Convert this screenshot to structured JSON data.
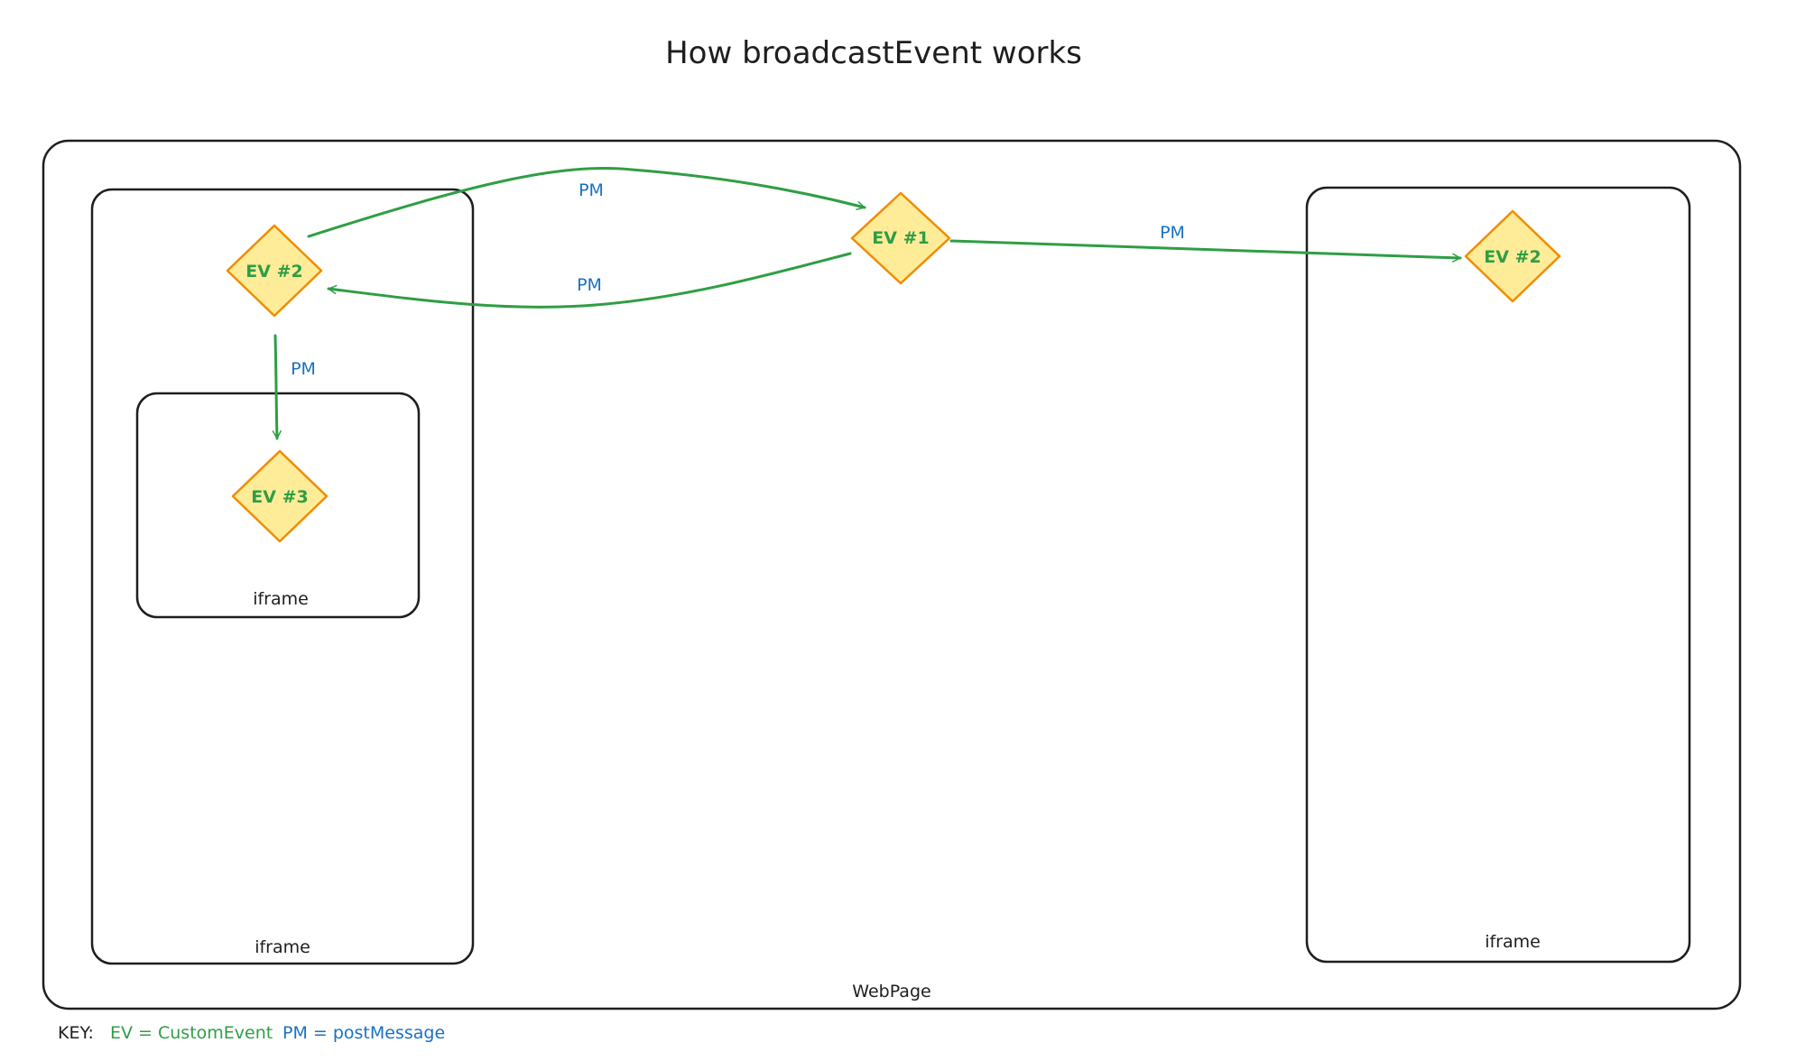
{
  "title": "How broadcastEvent works",
  "containers": {
    "webpage": "WebPage",
    "left_iframe": "iframe",
    "inner_iframe": "iframe",
    "right_iframe": "iframe"
  },
  "nodes": {
    "ev1": "EV #1",
    "ev2_left": "EV #2",
    "ev3": "EV #3",
    "ev2_right": "EV #2"
  },
  "edges": {
    "ev2_to_ev1": "PM",
    "ev1_to_ev2_left": "PM",
    "ev1_to_ev2_right": "PM",
    "ev2_to_ev3": "PM"
  },
  "key": {
    "label": "KEY:",
    "ev_def": "EV = CustomEvent",
    "pm_def": "PM = postMessage"
  },
  "colors": {
    "event_text": "#2f9e44",
    "arrow": "#2f9e44",
    "pm_text": "#1971c2",
    "diamond_fill": "#ffec99",
    "diamond_stroke": "#f08c00",
    "frame_stroke": "#1e1e1e"
  }
}
